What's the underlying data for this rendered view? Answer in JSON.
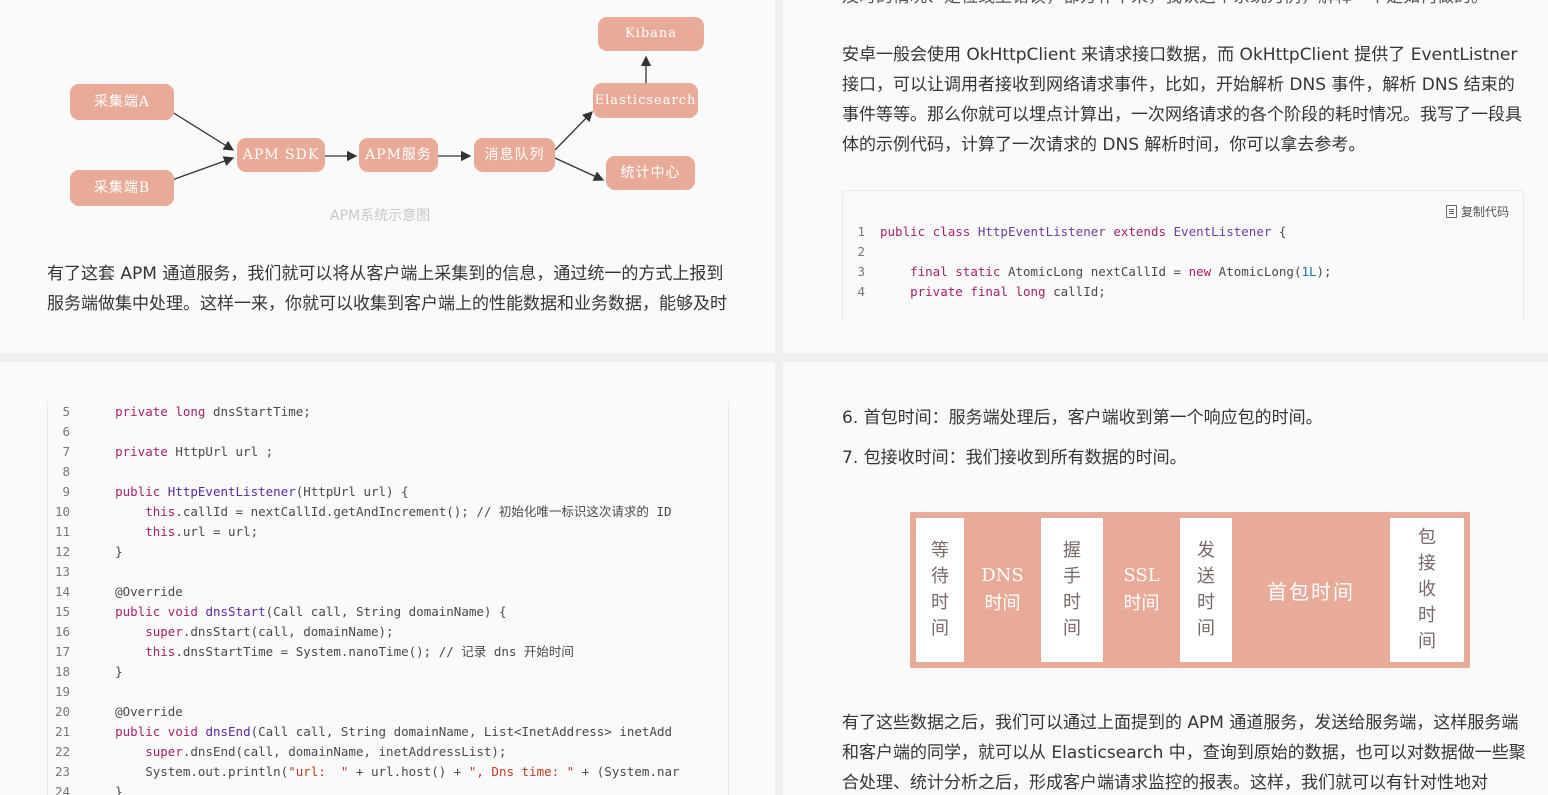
{
  "top_left": {
    "diagram": {
      "nodes": {
        "collector_a": "采集端A",
        "collector_b": "采集端B",
        "apm_sdk": "APM SDK",
        "apm_service": "APM服务",
        "message_queue": "消息队列",
        "elasticsearch": "Elasticsearch",
        "kibana": "Kibana",
        "stats_center": "统计中心"
      },
      "caption": "APM系统示意图",
      "node_color": "#e8aa99"
    },
    "paragraph": [
      "有了这套 APM 通道服务，我们就可以将从客户端上采集到的信息，通过统一的方式上报到",
      "服务端做集中处理。这样一来，你就可以收集到客户端上的性能数据和业务数据，能够及时"
    ]
  },
  "top_right": {
    "cut_line": "及时的情况、定位线上错误，都方补平来，我认这个系统为例，解释一个是如何做的。",
    "paragraph": [
      "安卓一般会使用 OkHttpClient 来请求接口数据，而 OkHttpClient 提供了 EventListner",
      "接口，可以让调用者接收到网络请求事件，比如，开始解析 DNS 事件，解析 DNS 结束的",
      "事件等等。那么你就可以埋点计算出，一次网络请求的各个阶段的耗时情况。我写了一段具",
      "体的示例代码，计算了一次请求的 DNS 解析时间，你可以拿去参考。"
    ],
    "copy_label": "复制代码",
    "code_lines": [
      {
        "n": "1",
        "t": "public class HttpEventListener extends EventListener {"
      },
      {
        "n": "2",
        "t": ""
      },
      {
        "n": "3",
        "t": "    final static AtomicLong nextCallId = new AtomicLong(1L);"
      },
      {
        "n": "4",
        "t": "    private final long callId;"
      }
    ]
  },
  "bottom_left": {
    "code_lines": [
      {
        "n": "5",
        "t": "    private long dnsStartTime;"
      },
      {
        "n": "6",
        "t": ""
      },
      {
        "n": "7",
        "t": "    private HttpUrl url ;"
      },
      {
        "n": "8",
        "t": ""
      },
      {
        "n": "9",
        "t": "    public HttpEventListener(HttpUrl url) {"
      },
      {
        "n": "10",
        "t": "        this.callId = nextCallId.getAndIncrement(); // 初始化唯一标识这次请求的 ID"
      },
      {
        "n": "11",
        "t": "        this.url = url;"
      },
      {
        "n": "12",
        "t": "    }"
      },
      {
        "n": "13",
        "t": ""
      },
      {
        "n": "14",
        "t": "    @Override"
      },
      {
        "n": "15",
        "t": "    public void dnsStart(Call call, String domainName) {"
      },
      {
        "n": "16",
        "t": "        super.dnsStart(call, domainName);"
      },
      {
        "n": "17",
        "t": "        this.dnsStartTime = System.nanoTime(); // 记录 dns 开始时间"
      },
      {
        "n": "18",
        "t": "    }"
      },
      {
        "n": "19",
        "t": ""
      },
      {
        "n": "20",
        "t": "    @Override"
      },
      {
        "n": "21",
        "t": "    public void dnsEnd(Call call, String domainName, List<InetAddress> inetAdd"
      },
      {
        "n": "22",
        "t": "        super.dnsEnd(call, domainName, inetAddressList);"
      },
      {
        "n": "23",
        "t": "        System.out.println(\"url:  \" + url.host() + \", Dns time: \" + (System.nar"
      },
      {
        "n": "24",
        "t": "    }"
      }
    ]
  },
  "bottom_right": {
    "items": [
      "6. 首包时间：服务端处理后，客户端收到第一个响应包的时间。",
      "7. 包接收时间：我们接收到所有数据的时间。"
    ],
    "segments": {
      "wait": [
        "等",
        "待",
        "时",
        "间"
      ],
      "dns": [
        "DNS",
        "时间"
      ],
      "handshake": [
        "握",
        "手",
        "时",
        "间"
      ],
      "ssl": [
        "SSL",
        "时间"
      ],
      "send": [
        "发",
        "送",
        "时",
        "间"
      ],
      "first_packet": "首包时间",
      "receive": [
        "包",
        "接",
        "收",
        "时",
        "间"
      ]
    },
    "paragraph": [
      "有了这些数据之后，我们可以通过上面提到的 APM 通道服务，发送给服务端，这样服务端",
      "和客户端的同学，就可以从 Elasticsearch 中，查询到原始的数据，也可以对数据做一些聚",
      "合处理、统计分析之后，形成客户端请求监控的报表。这样，我们就可以有针对性地对"
    ]
  }
}
